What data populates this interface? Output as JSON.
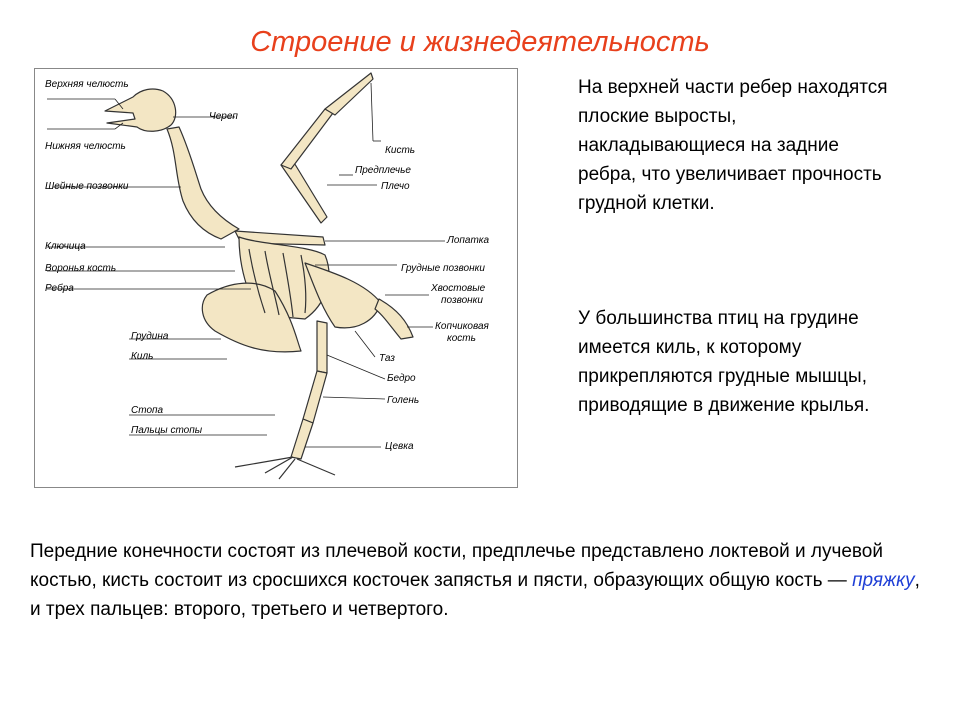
{
  "title": "Строение и жизнедеятельность",
  "figure": {
    "labels_left": [
      "Верхняя челюсть",
      "Нижняя челюсть",
      "Шейные позвонки",
      "Ключица",
      "Воронья кость",
      "Ребра",
      "Грудина",
      "Киль",
      "Стопа",
      "Пальцы стопы"
    ],
    "labels_right": [
      "Череп",
      "Кисть",
      "Предплечье",
      "Плечо",
      "Лопатка",
      "Грудные позвонки",
      "Хвостовые",
      "позвонки",
      "Копчиковая",
      "кость",
      "Таз",
      "Бедро",
      "Голень",
      "Цевка"
    ]
  },
  "paragraph_1": "На верхней части ребер находятся плоские выросты, накладывающиеся на задние ребра, что увеличивает прочность грудной клетки.",
  "paragraph_2": "У большинства птиц на грудине имеется киль, к которому прикрепляются грудные мышцы, приводящие в движение крылья.",
  "bottom": {
    "before": "Передние конечности состоят из плечевой кости, предплечье представлено локтевой и лучевой костью, кисть состоит из сросшихся косточек запястья и пясти, образующих общую кость — ",
    "term": "пряжку",
    "after": ", и трех пальцев: второго, третьего и четвертого."
  },
  "colors": {
    "title": "#e8401c",
    "bone_fill": "#f3e6c4",
    "link": "#1f3fd6"
  }
}
